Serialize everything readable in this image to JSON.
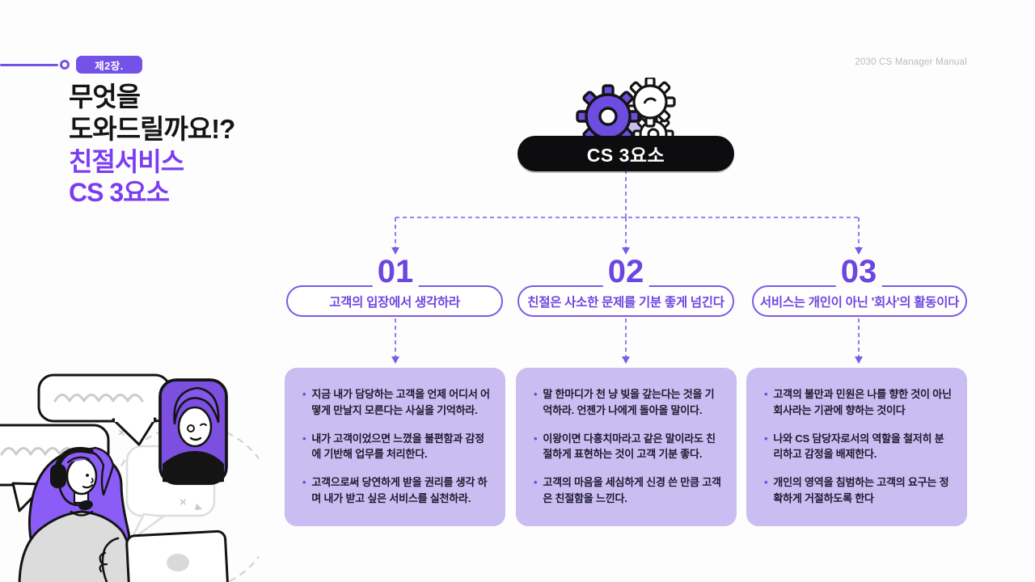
{
  "header": {
    "chapter_badge": "제2장.",
    "title_black_line1": "무엇을",
    "title_black_line2": "도와드릴까요!?",
    "title_purple_line1": "친절서비스",
    "title_purple_line2": "CS 3요소",
    "watermark": "2030 CS Manager Manual"
  },
  "diagram": {
    "root_label": "CS 3요소",
    "root_icon": "gears-icon",
    "columns": [
      {
        "number": "01",
        "label": "고객의 입장에서 생각하라",
        "bullets": [
          "지금 내가 담당하는 고객을 언제 어디서 어떻게 만날지 모른다는 사실을 기억하라.",
          "내가 고객이었으면 느꼈을 불편함과 감정에 기반해 업무를 처리한다.",
          "고객으로써 당연하게 받을 권리를 생각 하며 내가 받고 싶은 서비스를 실천하라."
        ]
      },
      {
        "number": "02",
        "label": "친절은 사소한 문제를 기분 좋게 넘긴다",
        "bullets": [
          "말 한마디가 천 냥 빚을 갚는다는 것을 기억하라. 언젠가 나에게 돌아올 말이다.",
          "이왕이면 다홍치마라고 같은 말이라도 친절하게 표현하는 것이 고객 기분 좋다.",
          "고객의 마음을 세심하게 신경 쓴 만큼 고객은 친절함을 느낀다."
        ]
      },
      {
        "number": "03",
        "label": "서비스는 개인이 아닌 '회사'의 활동이다",
        "bullets": [
          "고객의 불만과 민원은 나를 향한 것이 아닌 회사라는 기관에 향하는 것이다",
          "나와 CS 담당자로서의 역할을 철저히 분리하고 감정을 배제한다.",
          "개인의 영역을 침범하는 고객의 요구는 정확하게 거절하도록 한다"
        ]
      }
    ]
  },
  "illustration_name": "customer-service-agent-illustration",
  "bullet_glyph": "•",
  "colors": {
    "accent_purple": "#7452e8",
    "title_purple": "#7b3df0",
    "number_purple": "#6b46e0",
    "content_box_bg": "#cabdf2",
    "root_pill_bg": "#0d0d0f",
    "illustration_hair": "#8b5cf6",
    "watermark_gray": "#bcbcbc"
  }
}
